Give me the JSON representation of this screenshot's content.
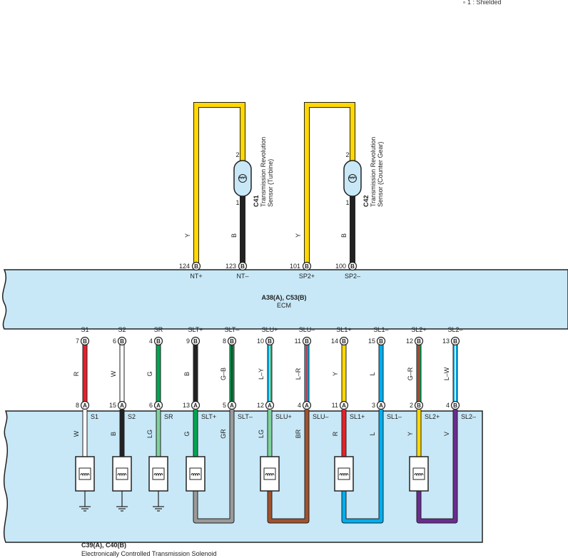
{
  "note": {
    "mark": "∘",
    "text": "1 : Shielded"
  },
  "ecm": {
    "code": "A38(A), C53(B)",
    "name": "ECM"
  },
  "solenoid_block": {
    "code": "C39(A), C40(B)",
    "name": "Electronically Controlled Transmission Solenoid"
  },
  "sensors": [
    {
      "id": "turbine",
      "code": "C41",
      "name1": "Transmission Revolution",
      "name2": "Sensor (Turbine)",
      "pin_top": "2",
      "pin_bottom": "1",
      "wires": [
        {
          "color_code": "Y",
          "color": "#ffd800"
        },
        {
          "color_code": "B",
          "color": "#222222"
        }
      ],
      "ecm_pins": [
        {
          "num": "124",
          "conn": "B",
          "signal": "NT+"
        },
        {
          "num": "123",
          "conn": "B",
          "signal": "NT–"
        }
      ]
    },
    {
      "id": "counter",
      "code": "C42",
      "name1": "Transmission Revolution",
      "name2": "Sensor (Counter Gear)",
      "pin_top": "2",
      "pin_bottom": "1",
      "wires": [
        {
          "color_code": "Y",
          "color": "#ffd800"
        },
        {
          "color_code": "B",
          "color": "#222222"
        }
      ],
      "ecm_pins": [
        {
          "num": "101",
          "conn": "B",
          "signal": "SP2+"
        },
        {
          "num": "100",
          "conn": "B",
          "signal": "SP2–"
        }
      ]
    }
  ],
  "ecm_bottom_pins": [
    {
      "signal": "S1",
      "num": "7",
      "conn": "B"
    },
    {
      "signal": "S2",
      "num": "6",
      "conn": "B"
    },
    {
      "signal": "SR",
      "num": "4",
      "conn": "B"
    },
    {
      "signal": "SLT+",
      "num": "9",
      "conn": "B"
    },
    {
      "signal": "SLT–",
      "num": "8",
      "conn": "B"
    },
    {
      "signal": "SLU+",
      "num": "10",
      "conn": "B"
    },
    {
      "signal": "SLU–",
      "num": "11",
      "conn": "B"
    },
    {
      "signal": "SL1+",
      "num": "14",
      "conn": "B"
    },
    {
      "signal": "SL1–",
      "num": "15",
      "conn": "B"
    },
    {
      "signal": "SL2+",
      "num": "12",
      "conn": "B"
    },
    {
      "signal": "SL2–",
      "num": "13",
      "conn": "B"
    }
  ],
  "harness_wires": [
    {
      "code": "R",
      "main": "#e8202a",
      "stripe": null
    },
    {
      "code": "W",
      "main": "#ffffff",
      "stripe": null
    },
    {
      "code": "G",
      "main": "#00a651",
      "stripe": null
    },
    {
      "code": "B",
      "main": "#222222",
      "stripe": null
    },
    {
      "code": "G–B",
      "main": "#00a651",
      "stripe": "#222222"
    },
    {
      "code": "L–Y",
      "main": "#00aeef",
      "stripe": "#ffd800"
    },
    {
      "code": "L–R",
      "main": "#00aeef",
      "stripe": "#e8202a"
    },
    {
      "code": "Y",
      "main": "#ffd800",
      "stripe": null
    },
    {
      "code": "L",
      "main": "#00aeef",
      "stripe": null
    },
    {
      "code": "G–R",
      "main": "#00a651",
      "stripe": "#e8202a"
    },
    {
      "code": "L–W",
      "main": "#00aeef",
      "stripe": "#ffffff"
    }
  ],
  "solenoid_pins": [
    {
      "num": "8",
      "conn": "A",
      "signal": "S1"
    },
    {
      "num": "15",
      "conn": "A",
      "signal": "S2"
    },
    {
      "num": "6",
      "conn": "A",
      "signal": "SR"
    },
    {
      "num": "13",
      "conn": "A",
      "signal": "SLT+"
    },
    {
      "num": "5",
      "conn": "A",
      "signal": "SLT–"
    },
    {
      "num": "12",
      "conn": "A",
      "signal": "SLU+"
    },
    {
      "num": "4",
      "conn": "A",
      "signal": "SLU–"
    },
    {
      "num": "11",
      "conn": "A",
      "signal": "SL1+"
    },
    {
      "num": "3",
      "conn": "A",
      "signal": "SL1–"
    },
    {
      "num": "2",
      "conn": "B",
      "signal": "SL2+"
    },
    {
      "num": "4",
      "conn": "B",
      "signal": "SL2–"
    }
  ],
  "internal_wires": [
    {
      "code": "W",
      "color": "#ffffff"
    },
    {
      "code": "B",
      "color": "#222222"
    },
    {
      "code": "LG",
      "color": "#7fd29c"
    },
    {
      "code": "G",
      "color": "#00a651"
    },
    {
      "code": "GR",
      "color": "#9a9a9a"
    },
    {
      "code": "LG",
      "color": "#7fd29c"
    },
    {
      "code": "BR",
      "color": "#a0522d"
    },
    {
      "code": "R",
      "color": "#e8202a"
    },
    {
      "code": "L",
      "color": "#00aeef"
    },
    {
      "code": "Y",
      "color": "#ffd800"
    },
    {
      "code": "V",
      "color": "#6a2c91"
    }
  ],
  "colors": {
    "box_fill": "#c8e8f7",
    "border": "#222222"
  }
}
